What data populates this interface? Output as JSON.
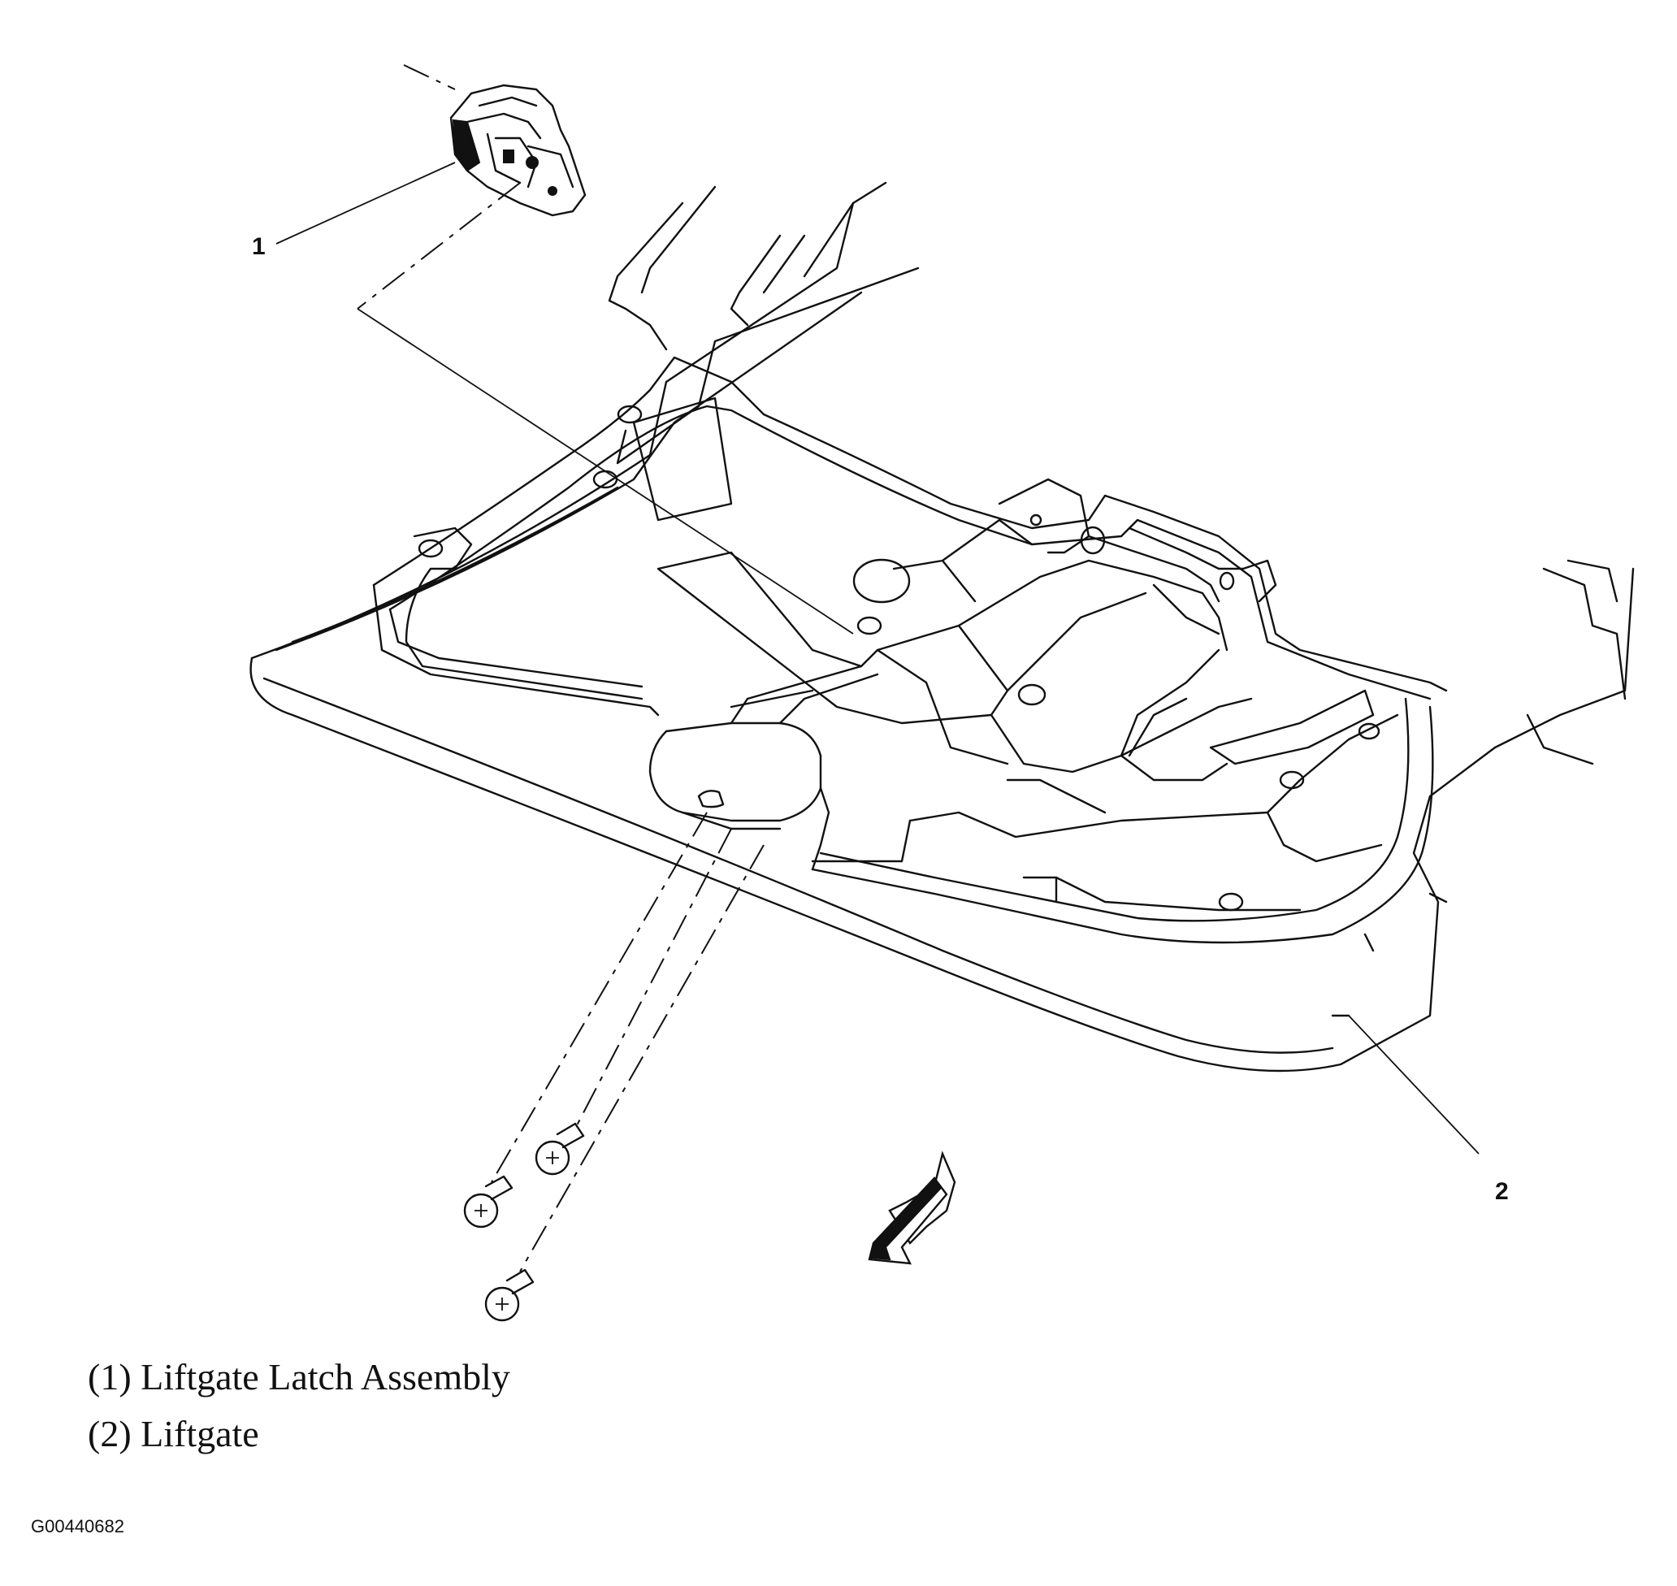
{
  "callouts": [
    {
      "id": "callout-1",
      "label": "1"
    },
    {
      "id": "callout-2",
      "label": "2"
    }
  ],
  "legend": [
    {
      "text": "(1) Liftgate Latch Assembly"
    },
    {
      "text": "(2) Liftgate"
    }
  ],
  "figure_id": "G00440682"
}
